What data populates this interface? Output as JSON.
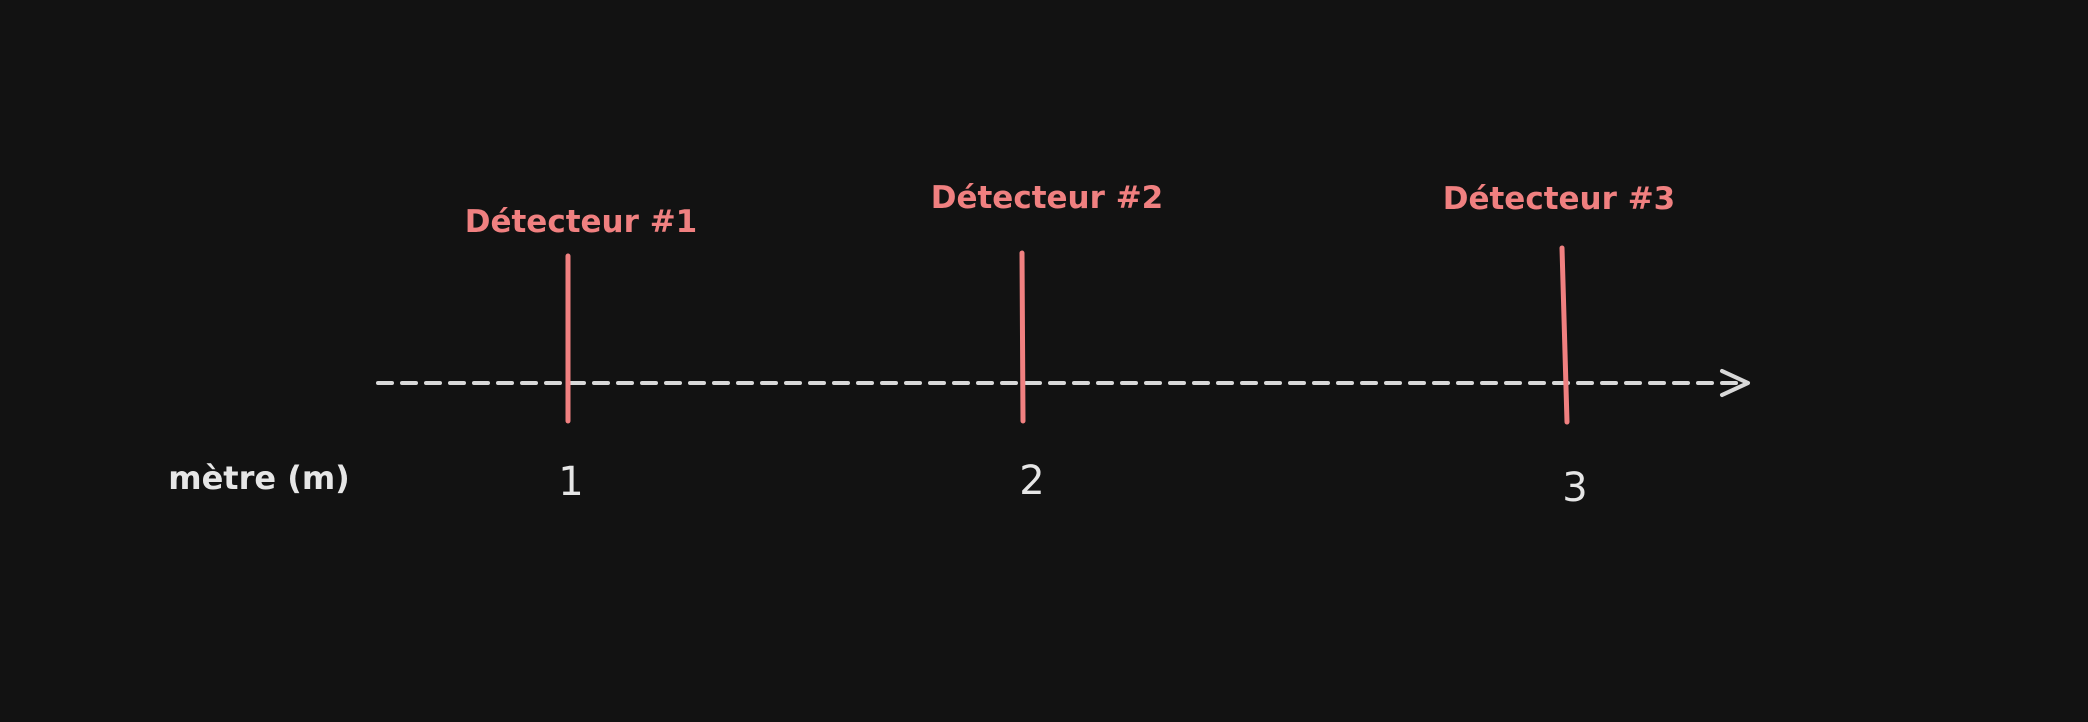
{
  "diagram": {
    "unit_label": "mètre (m)",
    "detectors": [
      {
        "label": "Détecteur #1",
        "position": 1
      },
      {
        "label": "Détecteur #2",
        "position": 2
      },
      {
        "label": "Détecteur #3",
        "position": 3
      }
    ],
    "ticks": [
      "1",
      "2",
      "3"
    ],
    "colors": {
      "background": "#121212",
      "axis": "#d9d9d9",
      "detector": "#f08080",
      "text": "#e6e6e6"
    }
  }
}
